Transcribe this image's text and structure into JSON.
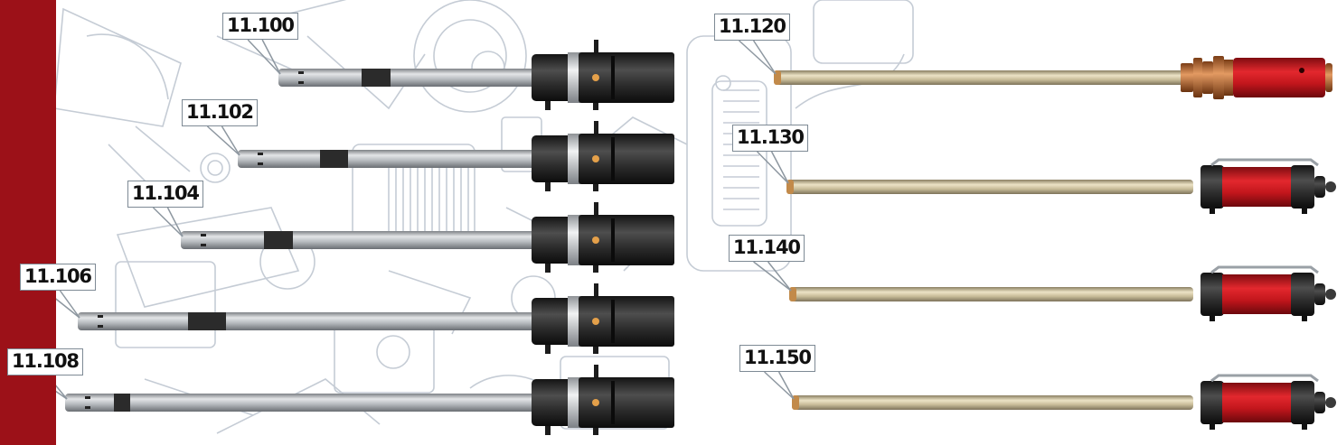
{
  "colors": {
    "band": "#9c1118",
    "sketch": "#c5ccd5",
    "leader": "#8d97a0",
    "label_border": "#7e8a95",
    "steel_tube": "#a9adb1",
    "brass_tube": "#bdb08b",
    "black_body": "#2a2a2a",
    "red_body": "#c4161c",
    "copper": "#b8652e"
  },
  "left_group": {
    "items": [
      {
        "code": "11.100"
      },
      {
        "code": "11.102"
      },
      {
        "code": "11.104"
      },
      {
        "code": "11.106"
      },
      {
        "code": "11.108"
      }
    ]
  },
  "right_group": {
    "items": [
      {
        "code": "11.120",
        "handle": "copper-red"
      },
      {
        "code": "11.130",
        "handle": "red-clamp"
      },
      {
        "code": "11.140",
        "handle": "red-clamp"
      },
      {
        "code": "11.150",
        "handle": "red-clamp"
      }
    ]
  }
}
